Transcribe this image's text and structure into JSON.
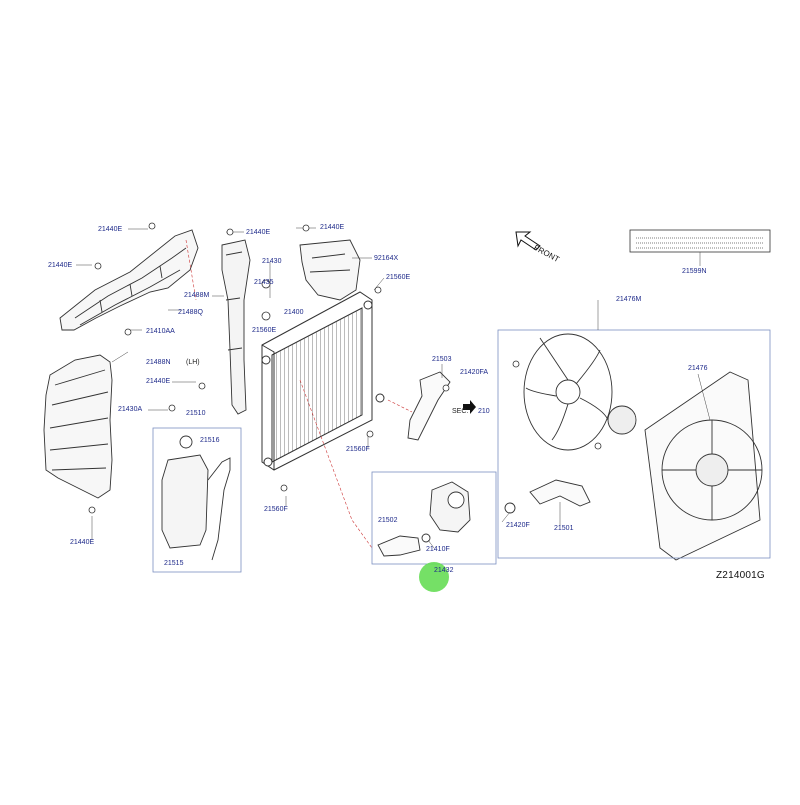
{
  "labels": [
    {
      "id": "21440E_a",
      "text": "21440E",
      "part": "21440E"
    },
    {
      "id": "21440E_b",
      "text": "21440E",
      "part": "21440E"
    },
    {
      "id": "21440E_c",
      "text": "21440E",
      "part": "21440E"
    },
    {
      "id": "21440E_d",
      "text": "21440E",
      "part": "21440E"
    },
    {
      "id": "21440E_e",
      "text": "21440E",
      "part": "21440E"
    },
    {
      "id": "21440E_f",
      "text": "21440E",
      "part": "21440E"
    },
    {
      "id": "21488Q",
      "text": "21488Q",
      "part": "21488Q"
    },
    {
      "id": "21410AA",
      "text": "21410AA",
      "part": "21410AA"
    },
    {
      "id": "21488N",
      "text": "21488N",
      "part": "21488N"
    },
    {
      "id": "LH",
      "text": "(LH)",
      "part": "LH"
    },
    {
      "id": "21430A",
      "text": "21430A",
      "part": "21430A"
    },
    {
      "id": "21510",
      "text": "21510",
      "part": "21510"
    },
    {
      "id": "21516",
      "text": "21516",
      "part": "21516"
    },
    {
      "id": "21515",
      "text": "21515",
      "part": "21515"
    },
    {
      "id": "21430",
      "text": "21430",
      "part": "21430"
    },
    {
      "id": "21435",
      "text": "21435",
      "part": "21435"
    },
    {
      "id": "21488M",
      "text": "21488M",
      "part": "21488M"
    },
    {
      "id": "21560E_a",
      "text": "21560E",
      "part": "21560E"
    },
    {
      "id": "21560E_b",
      "text": "21560E",
      "part": "21560E"
    },
    {
      "id": "21400",
      "text": "21400",
      "part": "21400"
    },
    {
      "id": "92164X",
      "text": "92164X",
      "part": "92164X"
    },
    {
      "id": "21560F_a",
      "text": "21560F",
      "part": "21560F"
    },
    {
      "id": "21560F_b",
      "text": "21560F",
      "part": "21560F"
    },
    {
      "id": "21503",
      "text": "21503",
      "part": "21503"
    },
    {
      "id": "21420FA",
      "text": "21420FA",
      "part": "21420FA"
    },
    {
      "id": "SEC",
      "text": "SEC.",
      "part": "SEC"
    },
    {
      "id": "210",
      "text": "210",
      "part": "210"
    },
    {
      "id": "21502",
      "text": "21502",
      "part": "21502"
    },
    {
      "id": "21410F",
      "text": "21410F",
      "part": "21410F"
    },
    {
      "id": "21420F",
      "text": "21420F",
      "part": "21420F"
    },
    {
      "id": "21501",
      "text": "21501",
      "part": "21501"
    },
    {
      "id": "21432",
      "text": "21432",
      "part": "21432"
    },
    {
      "id": "21599N",
      "text": "21599N",
      "part": "21599N"
    },
    {
      "id": "21476M",
      "text": "21476M",
      "part": "21476M"
    },
    {
      "id": "21476",
      "text": "21476",
      "part": "21476"
    }
  ],
  "front_label": "FRONT",
  "diagram_code": "Z214001G",
  "colors": {
    "label": "#1e2a8a",
    "line": "#333333",
    "highlight": "#66dd55",
    "box": "#7a8fc0"
  }
}
